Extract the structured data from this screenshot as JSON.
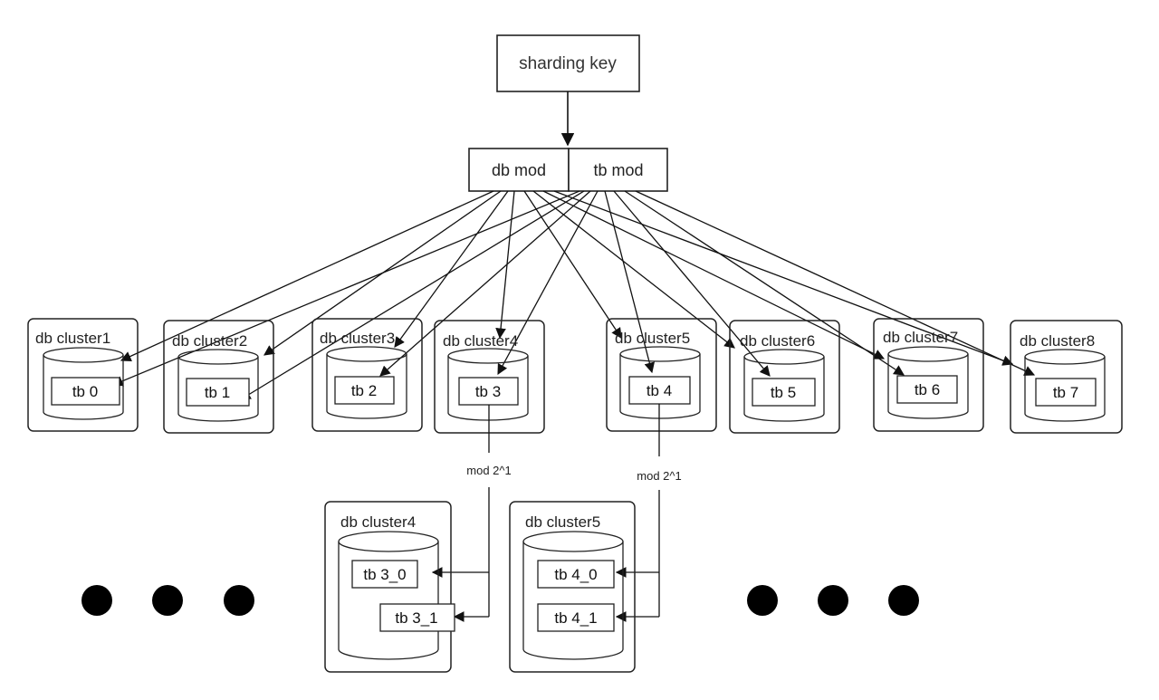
{
  "diagram": {
    "sharding_key": "sharding key",
    "db_mod": "db mod",
    "tb_mod": "tb mod",
    "clusters": [
      {
        "label": "db cluster1",
        "table": "tb 0"
      },
      {
        "label": "db cluster2",
        "table": "tb 1"
      },
      {
        "label": "db cluster3",
        "table": "tb 2"
      },
      {
        "label": "db cluster4",
        "table": "tb 3"
      },
      {
        "label": "db cluster5",
        "table": "tb 4"
      },
      {
        "label": "db cluster6",
        "table": "tb 5"
      },
      {
        "label": "db cluster7",
        "table": "tb 6"
      },
      {
        "label": "db cluster8",
        "table": "tb 7"
      }
    ],
    "split_label_left": "mod 2^1",
    "split_label_right": "mod 2^1",
    "sub_clusters": [
      {
        "label": "db cluster4",
        "tables": [
          "tb 3_0",
          "tb 3_1"
        ]
      },
      {
        "label": "db cluster5",
        "tables": [
          "tb 4_0",
          "tb 4_1"
        ]
      }
    ]
  }
}
